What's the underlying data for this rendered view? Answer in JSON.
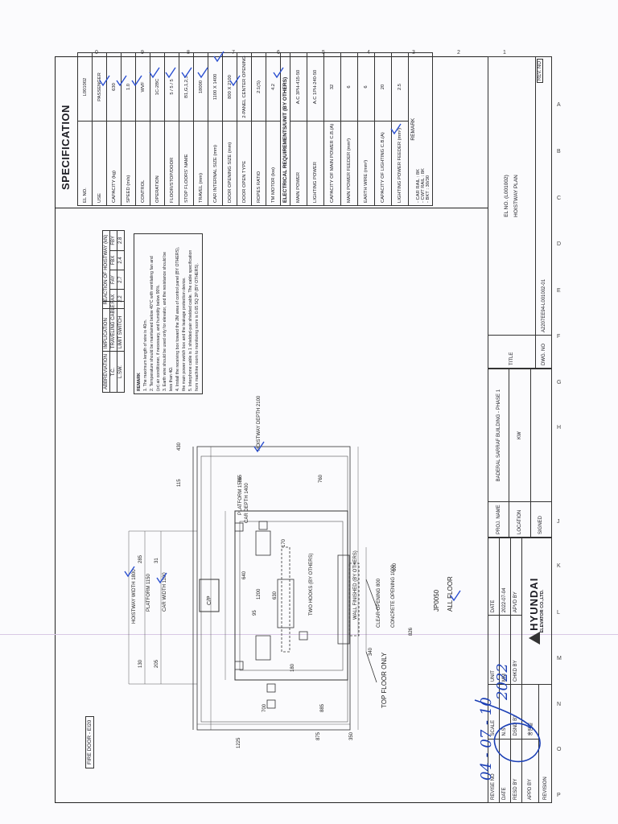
{
  "specification": {
    "title": "SPECIFICATION",
    "rows": [
      {
        "label": "EL NO.",
        "value": "L001002"
      },
      {
        "label": "USE",
        "value": "PASSENGER"
      },
      {
        "label": "CAPACITY (kg)",
        "value": "630"
      },
      {
        "label": "SPEED (m/s)",
        "value": "1.0"
      },
      {
        "label": "CONTROL",
        "value": "WVF"
      },
      {
        "label": "OPERATION",
        "value": "1C-2BC"
      },
      {
        "label": "FLOOR/STOP/DOOR",
        "value": "5 / 5 / 5"
      },
      {
        "label": "STOP FLOORS' NAME",
        "value": "B1,G,1,2,3"
      },
      {
        "label": "TRAVEL (mm)",
        "value": "18000"
      },
      {
        "label": "CAR INTERNAL SIZE (mm)",
        "value": "1100 X 1400"
      },
      {
        "label": "DOOR OPENING SIZE (mm)",
        "value": "800 X 2100"
      },
      {
        "label": "DOOR OPEN TYPE",
        "value": "2-PANEL CENTER OPENING"
      },
      {
        "label": "ROPES RATIO",
        "value": "2:1(S)"
      },
      {
        "label": "TM MOTOR (kw)",
        "value": "4.2"
      }
    ],
    "electrical_header": "ELECTRICAL REQUIREMENTS/UNIT (BY OTHERS)",
    "electrical_rows": [
      {
        "label": "MAIN POWER",
        "value": "A.C 3PH-415-50"
      },
      {
        "label": "LIGHTING POWER",
        "value": "A.C 1PH-240-50"
      },
      {
        "label": "CAPACITY OF MAIN POWER C.B.(A)",
        "value": "32"
      },
      {
        "label": "MAIN POWER FEEDER (mm²)",
        "value": "6"
      },
      {
        "label": "EARTH WIRE (mm²)",
        "value": "6"
      },
      {
        "label": "CAPACITY OF LIGHTING C.B.(A)",
        "value": "20"
      },
      {
        "label": "LIGHTING POWER FEEDER (mm²)",
        "value": "2.5"
      }
    ],
    "remark_label": "REMARK",
    "remark_lines": [
      "- CAR RAIL : 8K",
      "- CWT RAIL : 8K",
      "- BKT : 30/30"
    ]
  },
  "zones_top": [
    "0",
    "9",
    "8",
    "7",
    "6",
    "5",
    "4",
    "3",
    "2",
    "1"
  ],
  "zones_side": [
    "A",
    "B",
    "C",
    "D",
    "E",
    "F",
    "G",
    "H",
    "J",
    "K",
    "L",
    "M",
    "N",
    "O",
    "P"
  ],
  "abbreviation": {
    "headers": [
      "ABBREVIATION",
      "IMPLICATION"
    ],
    "rows": [
      [
        "T.C.",
        "TRAVELING CABLE"
      ],
      [
        "L.SW.",
        "LIMIT SWITCH"
      ]
    ]
  },
  "reaction": {
    "title": "REACTION OF HOISTWAY (kN)",
    "headers": [
      "FAX",
      "FAY",
      "FBX",
      "FBY"
    ],
    "values": [
      "2.2",
      "2.7",
      "2.4",
      "2.8"
    ]
  },
  "remark_notes": [
    "REMARK",
    "1. The maximum length of wire is 40m.",
    "2. Temperature should be maintained below 40°C with ventilating fan and",
    "(or) air conditioner, if necessary, and humidity below 90%.",
    "3. Earth wire should be used only for elevator, and the resistance should be",
    "less than 4Ω.",
    "4. Install the receiving box toward the 2M area of control panel (BY OTHERS),",
    "the main power switch box and the leakage protection device.",
    "5. Interphone cable is 1 shielded-pair shielded cable. The cable specification",
    "from machine room to monitoring room is 0.65 SQ 2P (BY OTHERS)."
  ],
  "dims": {
    "hoistway_depth": "HOISTWAY DEPTH 2100",
    "platform_depth": "PLATFORM 1555",
    "car_depth": "CAR DEPTH 1400",
    "hoistway_width": "HOISTWAY WIDTH 1800",
    "platform_width": "PLATFORM 1150",
    "car_width": "CAR WIDTH 1100",
    "d430": "430",
    "d115": "115",
    "d795": "795",
    "d760": "760",
    "d285": "285",
    "d31": "31",
    "d130": "130",
    "d205": "205",
    "d640": "640",
    "d1200": "1200",
    "d630": "630",
    "d95": "95",
    "d170": "170",
    "d600": "600",
    "d340": "340",
    "d826": "826",
    "d1225": "1225",
    "d875": "875",
    "d350": "350",
    "d700": "700",
    "d885": "885",
    "d180": "180",
    "two_hooks": "TWO HOOKS (BY OTHERS)",
    "wall_finished": "WALL FINISHED (BY OTHERS)",
    "clear_opening": "CLEAR OPENING 800",
    "concrete_opening": "CONCRETE OPENING 1000",
    "cp": "C/P",
    "top_floor": "TOP FLOOR ONLY",
    "jp": "JP0050",
    "all_floor": "ALL FLOOR"
  },
  "fire_door": "FIRE DOOR - EI20",
  "title_block": {
    "revise_no": "REVISE NO",
    "scale": "SCALE",
    "unit": "UNIT",
    "date": "DATE",
    "date_label": "DATE",
    "scale_val": "N.S",
    "unit_val": "MM",
    "date_val": "2022-07-04",
    "resd_by": "RESD BY",
    "dsnd_by": "DSND BY",
    "chkd_by": "CHKD BY",
    "apvd_by": "APVD BY",
    "apvd_by2": "APPD BY",
    "revision": "REVISION",
    "signer": "홍원일",
    "proj_name_label": "PROJ. NAME",
    "proj_name": "BADERAL SARRAF BUILDING - PHASE 1",
    "location_label": "LOCATION",
    "location": "KW",
    "signed_label": "SIGNED",
    "title_label": "TITLE",
    "title_line1": "EL NO. (L001002)",
    "title_line2": "HOISTWAY PLAN",
    "dwg_label": "DWG. NO",
    "dwg_no": "A2207EE94-L001002-01",
    "rev_no": "REV. NO",
    "company": "HYUNDAI",
    "company_sub": "ELEVATOR CO.,LTD."
  },
  "handwriting": {
    "line1": "04 - 07 - 10",
    "line2": "2022"
  }
}
